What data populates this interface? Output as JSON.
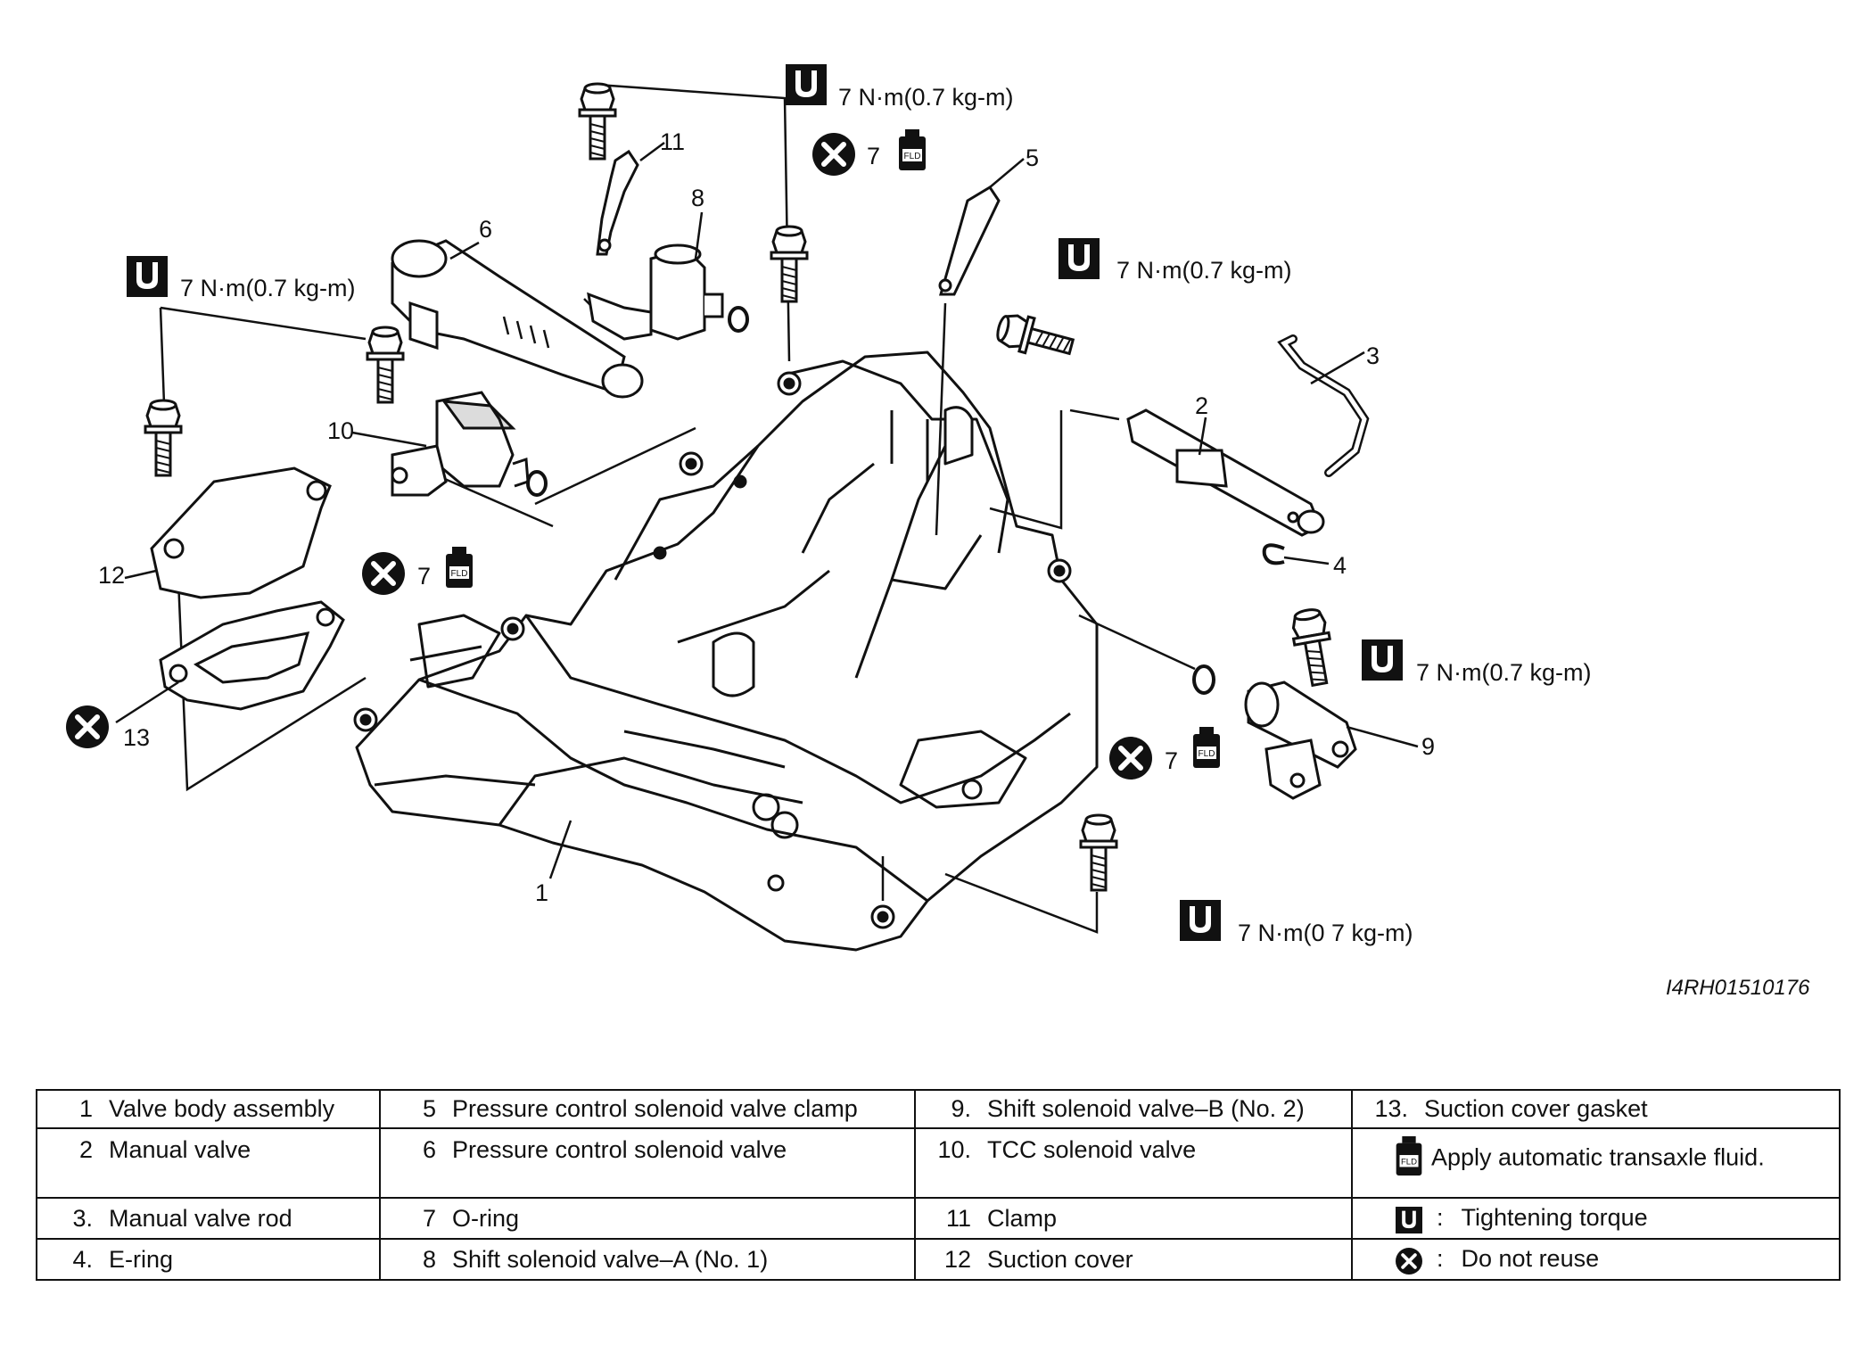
{
  "callouts": [
    "1",
    "2",
    "3",
    "4",
    "5",
    "6",
    "7",
    "7",
    "7",
    "8",
    "9",
    "10",
    "11",
    "12",
    "13"
  ],
  "torque_labels": [
    "7 N·m(0.7 kg-m)",
    "7 N·m(0.7 kg-m)",
    "7 N·m(0.7 kg-m)",
    "7 N·m(0.7 kg-m)",
    "7 N·m(0 7 kg-m)"
  ],
  "fld_icon_text": "FLD",
  "figure_id": "I4RH01510176",
  "legend": {
    "rows": [
      [
        {
          "num": "1",
          "text": "Valve body assembly"
        },
        {
          "num": "5",
          "text": "Pressure control solenoid valve clamp"
        },
        {
          "num": "9.",
          "text": "Shift solenoid valve–B (No. 2)"
        },
        {
          "num": "13.",
          "text": "Suction cover gasket"
        }
      ],
      [
        {
          "num": "2",
          "text": "Manual valve"
        },
        {
          "num": "6",
          "text": "Pressure control solenoid valve"
        },
        {
          "num": "10.",
          "text": "TCC solenoid valve"
        },
        {
          "symbol": "fld-icon",
          "text": "Apply automatic transaxle fluid."
        }
      ],
      [
        {
          "num": "3.",
          "text": "Manual valve rod"
        },
        {
          "num": "7",
          "text": "O-ring"
        },
        {
          "num": "11",
          "text": "Clamp"
        },
        {
          "symbol": "torque-icon",
          "sep": ":",
          "text": "Tightening torque"
        }
      ],
      [
        {
          "num": "4.",
          "text": "E-ring"
        },
        {
          "num": "8",
          "text": "Shift solenoid valve–A (No. 1)"
        },
        {
          "num": "12",
          "text": "Suction cover"
        },
        {
          "symbol": "do-not-reuse-icon",
          "sep": ":",
          "text": "Do not reuse"
        }
      ]
    ]
  }
}
